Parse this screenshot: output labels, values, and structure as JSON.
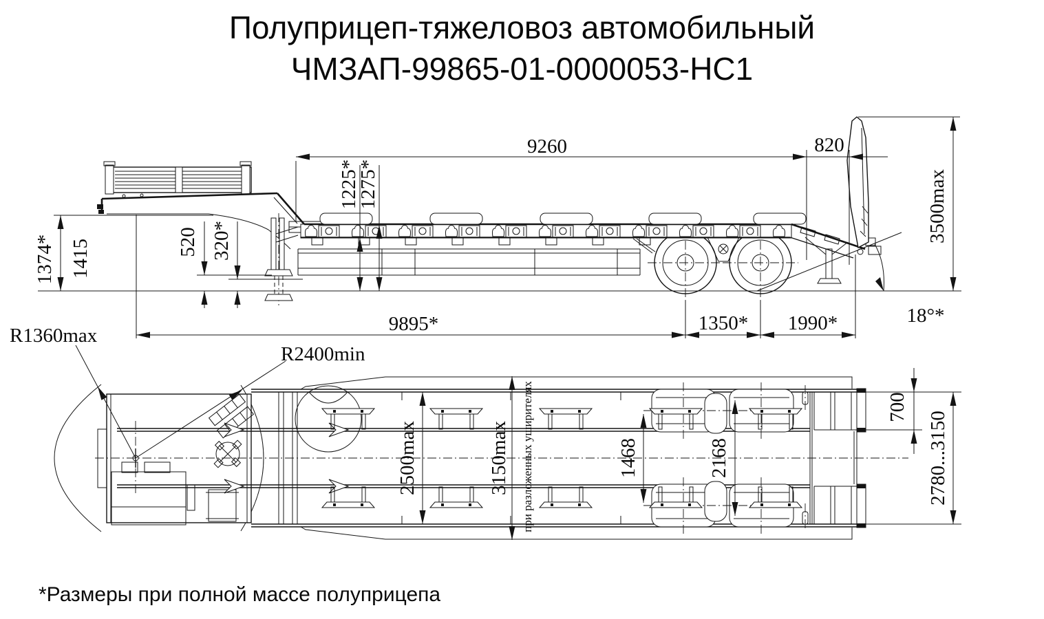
{
  "title": {
    "line1": "Полуприцеп-тяжеловоз автомобильный",
    "line2": "ЧМЗАП-99865-01-0000053-НС1"
  },
  "footnote": "*Размеры при полной массе полуприцепа",
  "colors": {
    "line": "#141414",
    "background": "#ffffff"
  },
  "side_view": {
    "platform_length": "9260",
    "rear_section_length": "820",
    "overall_height_max": "3500max",
    "deck_height_1": "1225*",
    "deck_height_2": "1275*",
    "gooseneck_height_1": "1374*",
    "gooseneck_height_2": "1415",
    "clearance_neck": "520",
    "clearance_frame": "320*",
    "kingpin_to_bogie": "9895*",
    "axle_spacing": "1350*",
    "rear_overhang": "1990*",
    "ramp_angle": "18°*"
  },
  "plan_view": {
    "front_swing_radius": "R1360max",
    "neck_turn_radius": "R2400min",
    "platform_width": "2500max",
    "extended_width": "3150max",
    "extended_width_note": "при разложенных уширителях",
    "frame_inner_width": "1468",
    "track_width": "2168",
    "ramp_width": "700",
    "ramp_span": "2780...3150"
  }
}
